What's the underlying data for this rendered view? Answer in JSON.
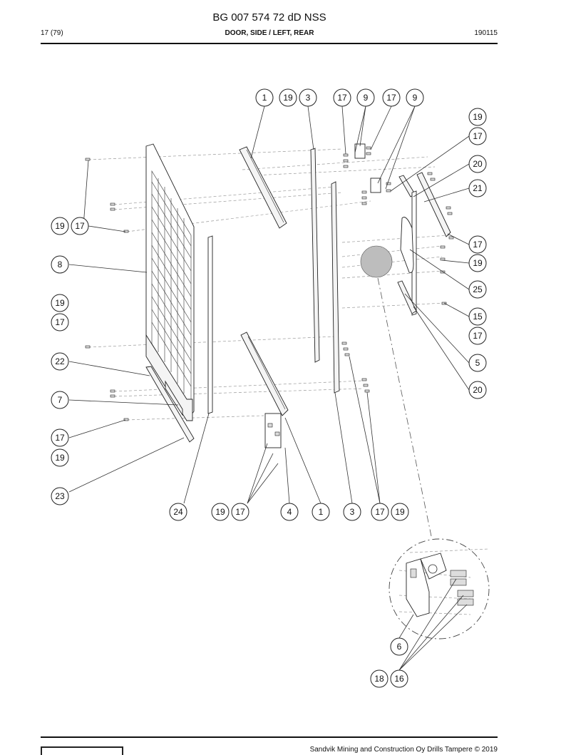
{
  "header": {
    "doc_title": "BG 007 574 72 dD NSS",
    "page": "17 (79)",
    "section": "DOOR, SIDE / LEFT, REAR",
    "date": "190115"
  },
  "footer": {
    "copyright": "Sandvik Mining and Construction Oy Drills Tampere © 2019"
  },
  "callouts": [
    "1",
    "19",
    "3",
    "17",
    "9",
    "17",
    "9",
    "19",
    "17",
    "20",
    "21",
    "19",
    "17",
    "8",
    "17",
    "19",
    "25",
    "19",
    "15",
    "17",
    "17",
    "5",
    "22",
    "20",
    "7",
    "17",
    "19",
    "23",
    "24",
    "19",
    "17",
    "4",
    "1",
    "3",
    "17",
    "19",
    "6",
    "18",
    "16"
  ]
}
